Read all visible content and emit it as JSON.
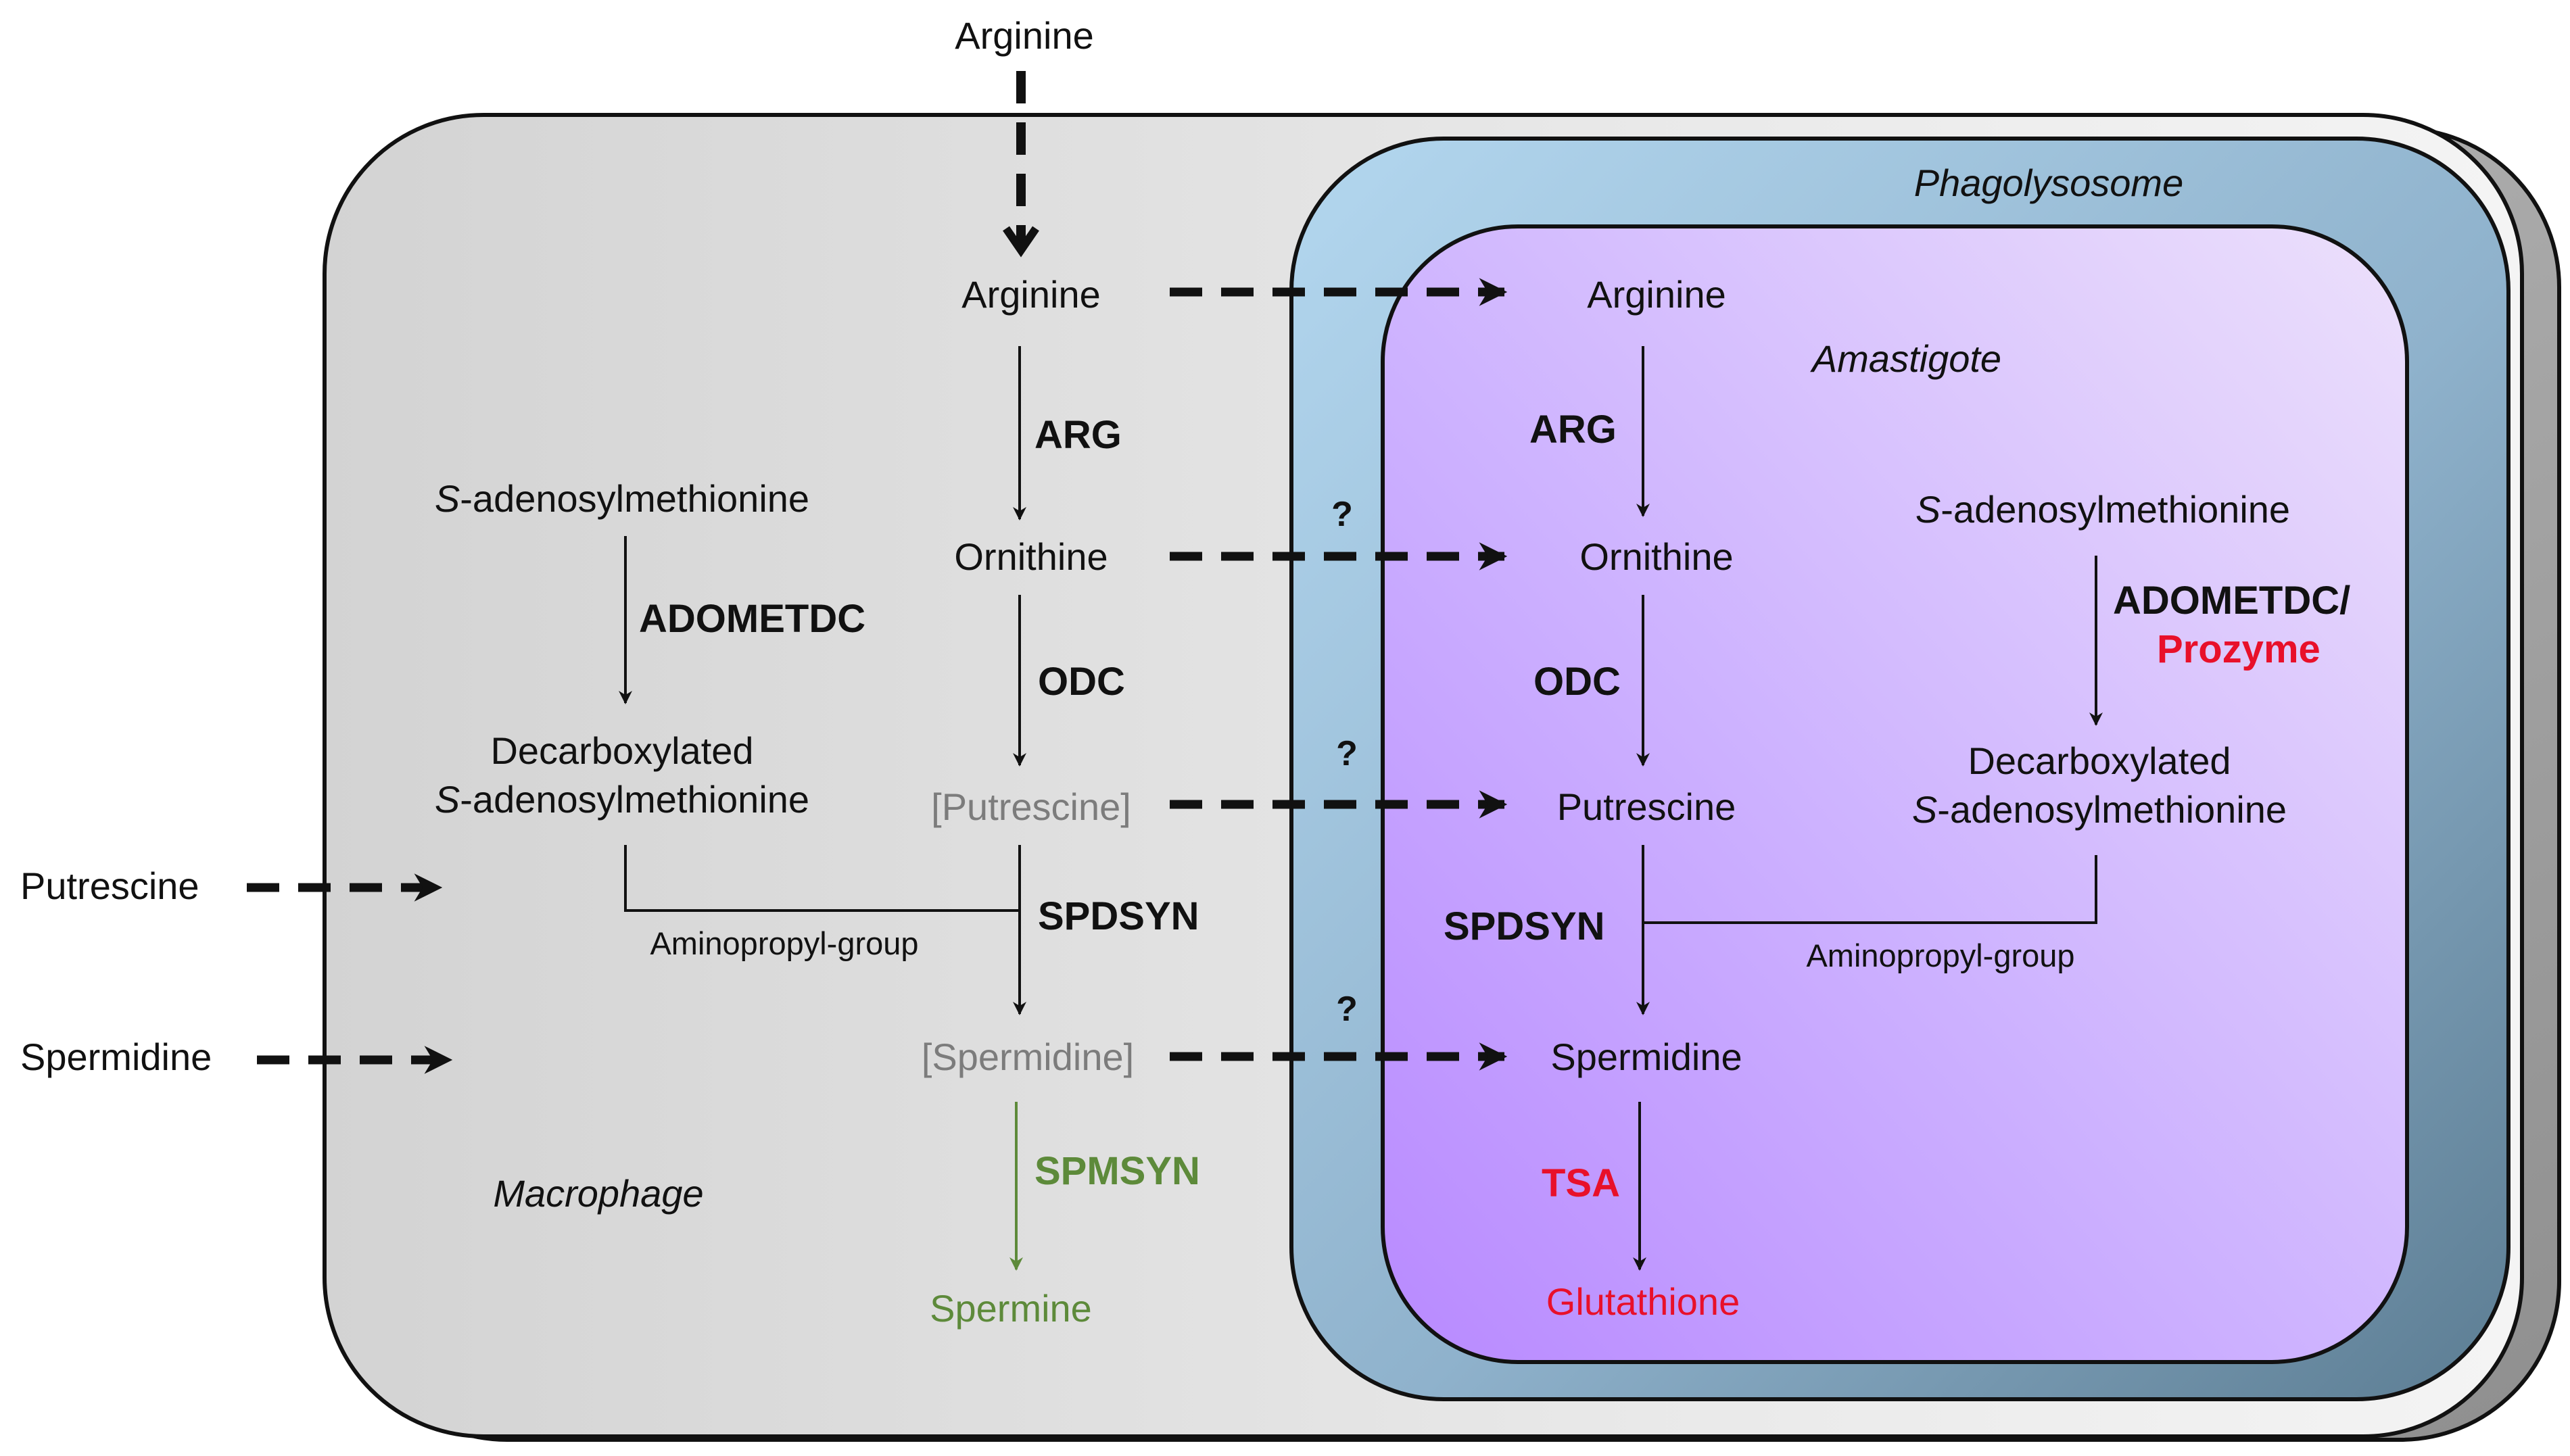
{
  "colors": {
    "macrophage_fill_start": "#d3d3d3",
    "phagolysosome_fill_start": "#b3d7ef",
    "amastigote_fill_start": "#b889ff",
    "default_text": "#111111",
    "red_text": "#e8102a",
    "green_text": "#5d8a3a",
    "gray_text": "#7c7c7c"
  },
  "compartments": {
    "macrophage": "Macrophage",
    "phagolysosome": "Phagolysosome",
    "amastigote": "Amastigote"
  },
  "external": {
    "arginine": "Arginine",
    "putrescine": "Putrescine",
    "spermidine": "Spermidine"
  },
  "host": {
    "arginine": "Arginine",
    "ornithine": "Ornithine",
    "putrescine": "[Putrescine]",
    "spermidine": "[Spermidine]",
    "spermine": "Spermine",
    "sam_prefix": "S",
    "sam_rest": "-adenosylmethionine",
    "dcsam_line1": "Decarboxylated",
    "dcsam_prefix": "S",
    "dcsam_rest": "-adenosylmethionine",
    "aminopropyl": "Aminopropyl-group",
    "enzymes": {
      "arg": "ARG",
      "odc": "ODC",
      "spdsyn": "SPDSYN",
      "spmsyn": "SPMSYN",
      "adometdc": "ADOMETDC"
    }
  },
  "parasite": {
    "arginine": "Arginine",
    "ornithine": "Ornithine",
    "putrescine": "Putrescine",
    "spermidine": "Spermidine",
    "glutathione": "Glutathione",
    "sam_prefix": "S",
    "sam_rest": "-adenosylmethionine",
    "dcsam_line1": "Decarboxylated",
    "dcsam_prefix": "S",
    "dcsam_rest": "-adenosylmethionine",
    "aminopropyl": "Aminopropyl-group",
    "enzymes": {
      "arg": "ARG",
      "odc": "ODC",
      "spdsyn": "SPDSYN",
      "tsa": "TSA",
      "adometdc": "ADOMETDC/",
      "prozyme": "Prozyme"
    }
  },
  "transport_unknown": [
    "?",
    "?",
    "?"
  ]
}
